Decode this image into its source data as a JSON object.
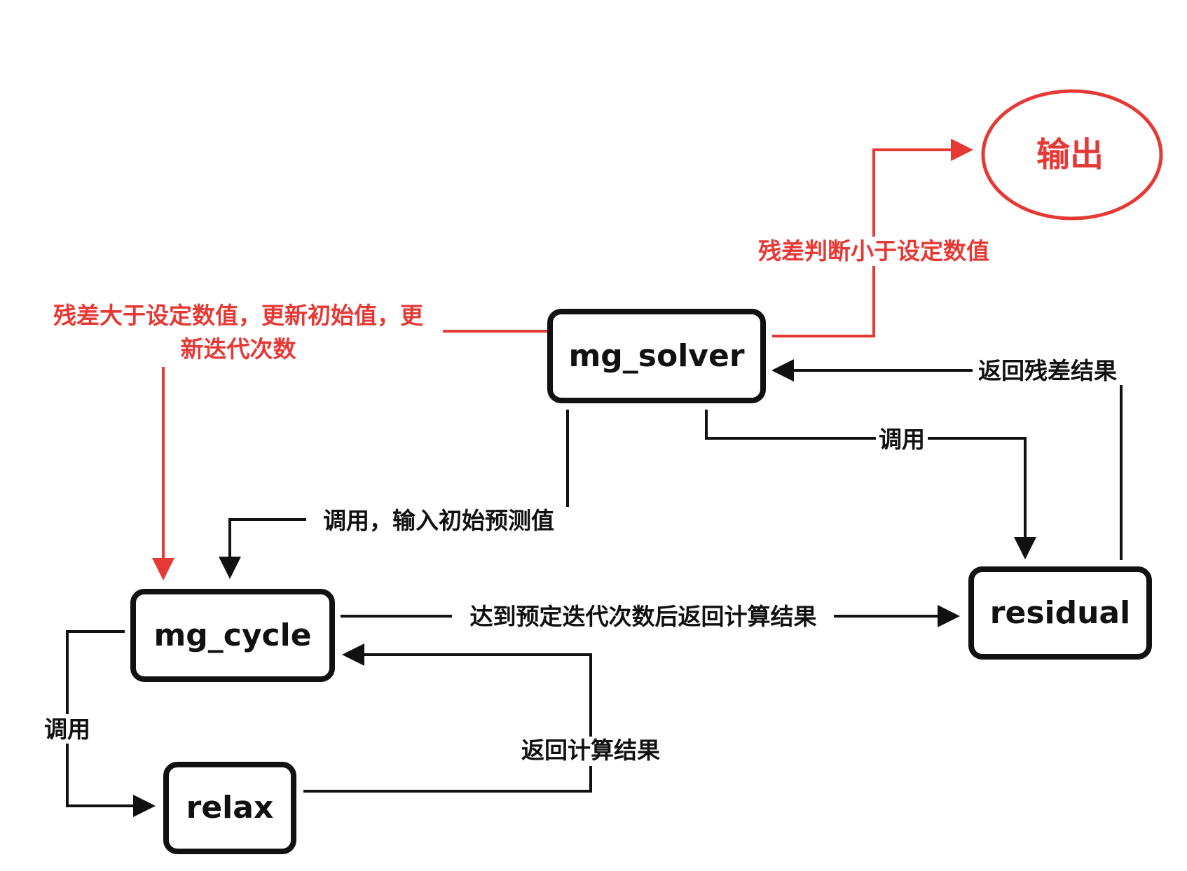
{
  "nodes": {
    "mg_solver": "mg_solver",
    "mg_cycle": "mg_cycle",
    "residual": "residual",
    "relax": "relax",
    "output": "输出"
  },
  "edges": {
    "solver_to_cycle": "调用，输入初始预测值",
    "solver_to_residual": "调用",
    "residual_to_solver": "返回残差结果",
    "cycle_to_residual": "达到预定迭代次数后返回计算结果",
    "cycle_to_relax": "调用",
    "relax_to_cycle": "返回计算结果",
    "solver_to_output": "残差判断小于设定数值",
    "solver_to_cycle_update_line1": "残差大于设定数值，更新初始值，更",
    "solver_to_cycle_update_line2": "新迭代次数"
  },
  "colors": {
    "highlight": "#e53935",
    "stroke": "#111111",
    "background": "#ffffff"
  }
}
